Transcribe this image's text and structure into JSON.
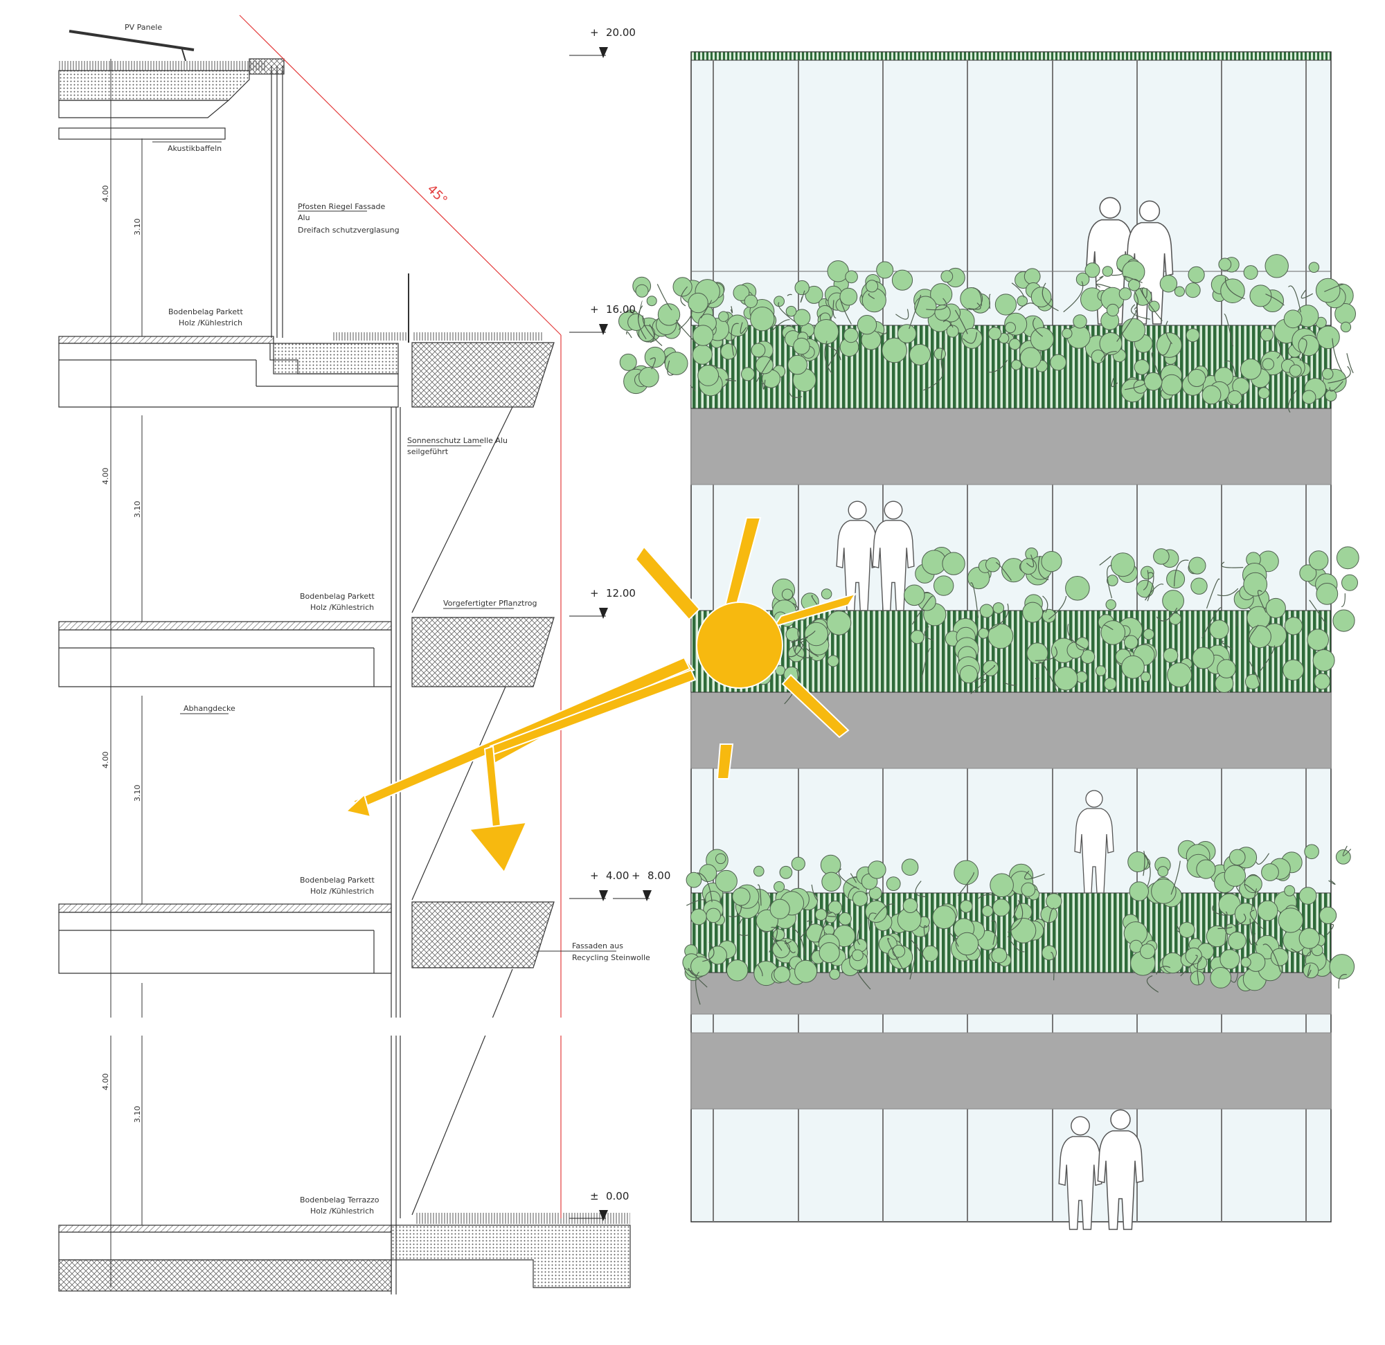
{
  "levels": [
    {
      "sign": "+",
      "value": "20.00"
    },
    {
      "sign": "+",
      "value": "16.00"
    },
    {
      "sign": "+",
      "value": "12.00"
    },
    {
      "sign": "+",
      "value": "4.00"
    },
    {
      "sign": "+",
      "value": "8.00"
    },
    {
      "sign": "±",
      "value": "0.00"
    }
  ],
  "section_labels": {
    "pv": "PV Panele",
    "acoustic": "Akustikbaffeln",
    "facade_1": "Pfosten Riegel Fassade",
    "facade_2": "Alu",
    "facade_3": "Dreifach  schutzverglasung",
    "angle": "45°",
    "sunshade_1": "Sonnenschutz Lamelle Alu",
    "sunshade_2": "seilgeführt",
    "floor_a_1": "Bodenbelag Parkett",
    "floor_a_2": "Holz /Kühlestrich",
    "floor_b_1": "Bodenbelag Parkett",
    "floor_b_2": "Holz /Kühlestrich",
    "floor_c_1": "Bodenbelag Parkett",
    "floor_c_2": "Holz /Kühlestrich",
    "floor_d_1": "Bodenbelag Terrazzo",
    "floor_d_2": "Holz /Kühlestrich",
    "planter": "Vorgefertigter Pflanztrog",
    "ceiling": "Abhangdecke",
    "facade_wool_1": "Fassaden aus",
    "facade_wool_2": "Recycling Steinwolle"
  },
  "dimensions": {
    "floor_height": "4.00",
    "clear_height": "3.10"
  },
  "colors": {
    "section_line": "#333333",
    "red_guide": "#e33b3b",
    "sun": "#f7b90f",
    "glass": "#eef6f8",
    "slab_grey": "#a9a9a9",
    "railing_green": "#2f6b3a",
    "foliage": "#9fd49a",
    "foliage_outline": "#4f5f4f"
  },
  "icons": {
    "sun": "sun-icon",
    "level_marker": "level-triangle-icon",
    "people": "person-silhouette-icon",
    "plants": "climbing-plant-icon"
  }
}
